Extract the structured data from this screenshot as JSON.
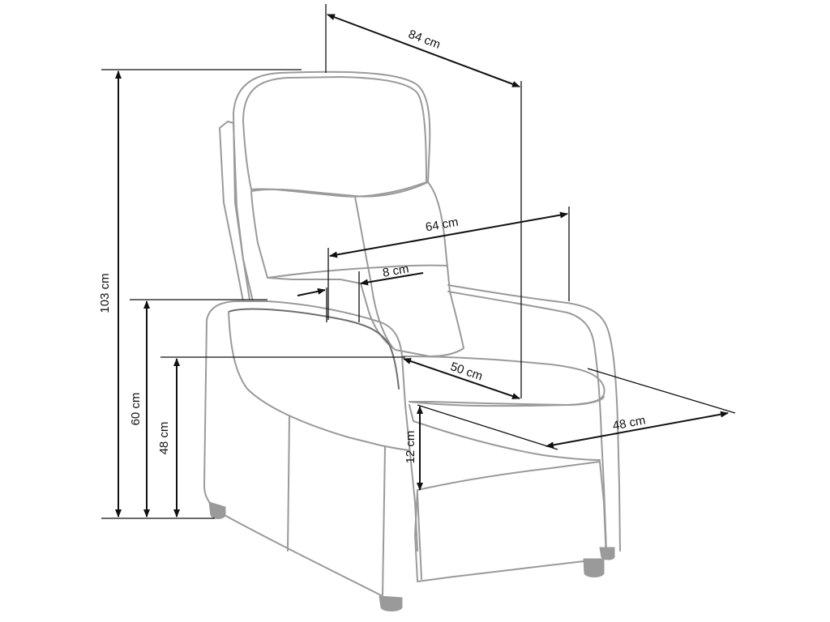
{
  "dimensions": {
    "total_height": "103 cm",
    "armrest_height": "60 cm",
    "seat_height": "48 cm",
    "total_depth": "84 cm",
    "inner_width": "64 cm",
    "armrest_width": "8 cm",
    "seat_depth": "50 cm",
    "footrest_length": "48 cm",
    "footrest_height": "12 cm"
  },
  "colors": {
    "outline": "#9a9a9a",
    "dimension_lines": "#111111",
    "background": "#ffffff"
  }
}
